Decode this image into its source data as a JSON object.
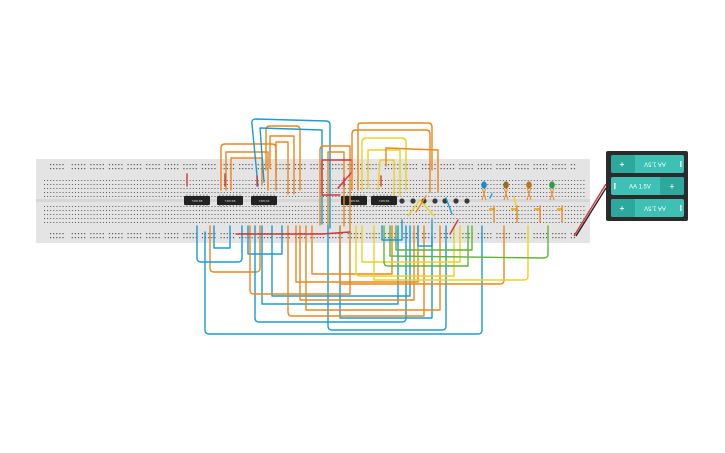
{
  "colors": {
    "background": "#ffffff",
    "breadboard": "#e4e4e4",
    "breadboard_hole": "#5a5a5a",
    "chip": "#222222",
    "battery_case": "#2b2b2b",
    "battery_cell": "#3ec1b4",
    "wire_orange": "#e8871e",
    "wire_blue": "#1b9bd1",
    "wire_yellow": "#ecd021",
    "wire_green": "#5fb536",
    "wire_red": "#d1373f"
  },
  "chips": [
    {
      "label": "74HC08"
    },
    {
      "label": "74HC08"
    },
    {
      "label": "74HC32"
    },
    {
      "label": "74HC86"
    },
    {
      "label": "74HC86"
    }
  ],
  "leds": [
    {
      "color": "#1b8bd1"
    },
    {
      "color": "#9a6b1c"
    },
    {
      "color": "#b7781a"
    },
    {
      "color": "#2ca03c"
    }
  ],
  "battery_pack": {
    "cells": [
      {
        "label": "AA 1.5V",
        "flipped": true,
        "plus": "+"
      },
      {
        "label": "AA 1.5V",
        "flipped": false,
        "plus": "+"
      },
      {
        "label": "AA 1.5V",
        "flipped": true,
        "plus": "+"
      }
    ]
  }
}
